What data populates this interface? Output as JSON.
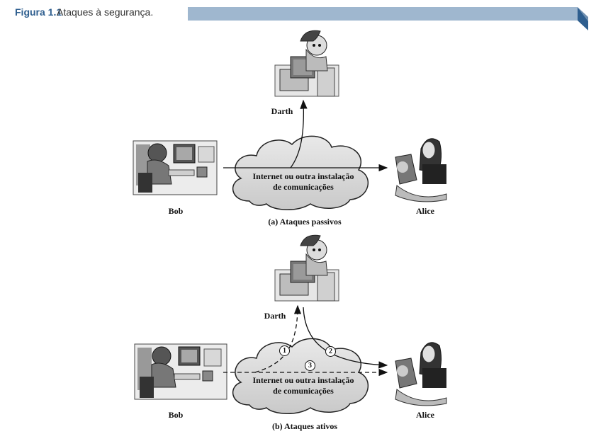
{
  "figure": {
    "number": "Figura 1.1",
    "caption": "Ataques à segurança.",
    "accent_color": "#2f5f8f",
    "bar_color": "#9fb7cf"
  },
  "passive": {
    "attacker_label": "Darth",
    "sender_label": "Bob",
    "receiver_label": "Alice",
    "cloud_line1": "Internet ou outra instalação",
    "cloud_line2": "de comunicações",
    "subcaption": "(a) Ataques passivos"
  },
  "active": {
    "attacker_label": "Darth",
    "sender_label": "Bob",
    "receiver_label": "Alice",
    "cloud_line1": "Internet ou outra instalação",
    "cloud_line2": "de comunicações",
    "subcaption": "(b) Ataques ativos",
    "step1": "1",
    "step2": "2",
    "step3": "3"
  },
  "icons": [
    "attacker-computer-icon",
    "bob-computer-icon",
    "alice-laptop-icon",
    "cloud-icon"
  ]
}
